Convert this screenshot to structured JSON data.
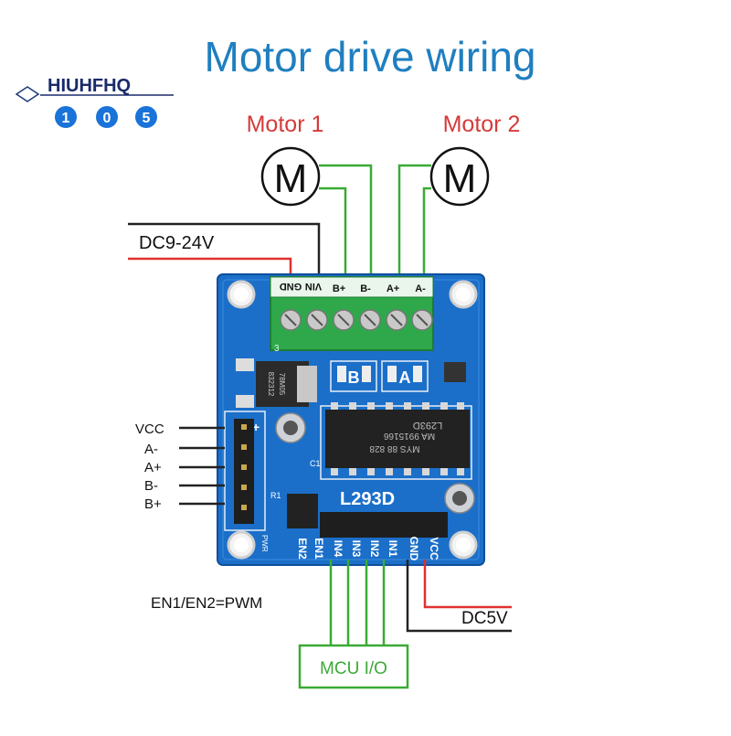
{
  "title": "Motor drive wiring",
  "brand": {
    "name": "HIUHFHQ",
    "digits": [
      "1",
      "0",
      "5"
    ]
  },
  "motors": [
    {
      "label": "Motor 1",
      "symbol": "M"
    },
    {
      "label": "Motor 2",
      "symbol": "M"
    }
  ],
  "power_in_label": "DC9-24V",
  "logic_power_label": "DC5V",
  "pwm_note": "EN1/EN2=PWM",
  "mcu_label": "MCU I/O",
  "chip_label": "L293D",
  "chip_markings": [
    "L293D",
    "MA 9915166",
    "MYS 88 828"
  ],
  "regulator_markings": [
    "78M05",
    "832312"
  ],
  "terminal_labels": [
    "GND",
    "VIN",
    "B+",
    "B-",
    "A+",
    "A-"
  ],
  "side_header": [
    "VCC",
    "A-",
    "A+",
    "B-",
    "B+"
  ],
  "bottom_header": [
    "EN2",
    "EN1",
    "IN4",
    "IN3",
    "IN2",
    "IN1",
    "GND",
    "VCC"
  ],
  "board_marks": {
    "b": "B",
    "a": "A",
    "plus": "+",
    "r1": "R1",
    "c1": "C1",
    "pwr": "PWR",
    "three": "3"
  },
  "colors": {
    "title": "#1f7fc0",
    "motor_label": "#d63a3a",
    "wire_green": "#3aaa35",
    "wire_red": "#e03030",
    "wire_black": "#222222",
    "board": "#1b6fc9",
    "terminal": "#2ea84a",
    "brand_circle": "#1a73d9"
  }
}
